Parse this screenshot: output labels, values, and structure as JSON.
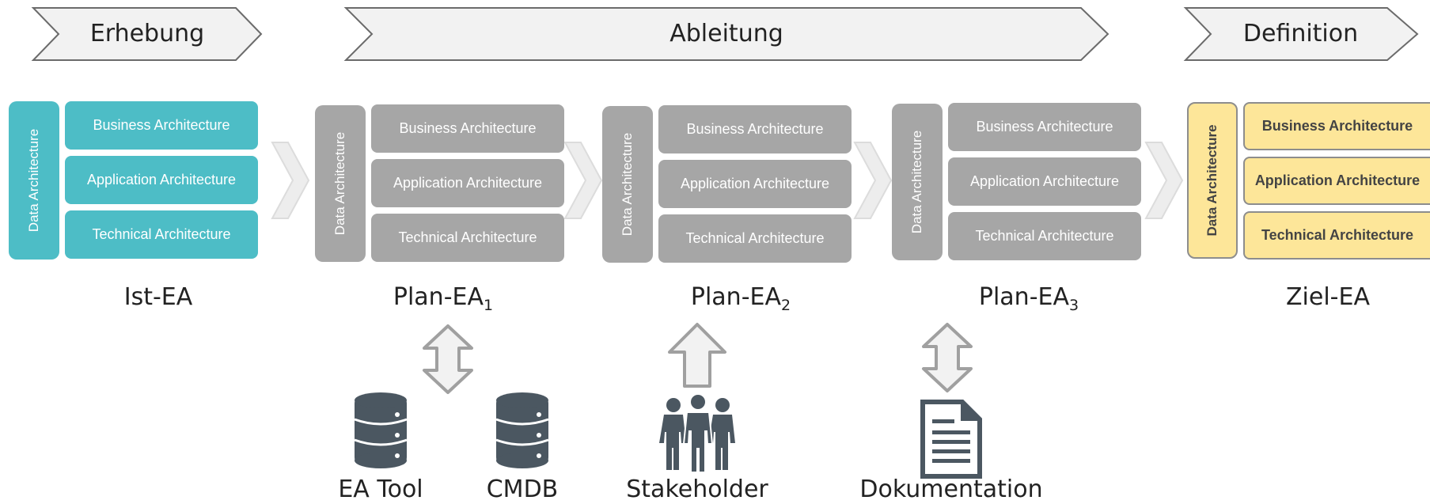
{
  "phases": {
    "erhebung": "Erhebung",
    "ableitung": "Ableitung",
    "definition": "Definition"
  },
  "architecture": {
    "data": "Data Architecture",
    "business": "Business Architecture",
    "application": "Application Architecture",
    "technical": "Technical Architecture"
  },
  "states": {
    "ist": "Ist-EA",
    "plan1": {
      "base": "Plan-EA",
      "sub": "1"
    },
    "plan2": {
      "base": "Plan-EA",
      "sub": "2"
    },
    "plan3": {
      "base": "Plan-EA",
      "sub": "3"
    },
    "ziel": "Ziel-EA"
  },
  "sources": {
    "ea_tool": "EA Tool",
    "cmdb": "CMDB",
    "stakeholder": "Stakeholder",
    "dokumentation": "Dokumentation"
  },
  "icons": {
    "database": "database-icon",
    "people": "stakeholder-group-icon",
    "document": "document-icon"
  },
  "colors": {
    "ist": "#4dbdc6",
    "plan": "#a6a6a6",
    "ziel": "#fde699",
    "icon": "#4b5761"
  }
}
